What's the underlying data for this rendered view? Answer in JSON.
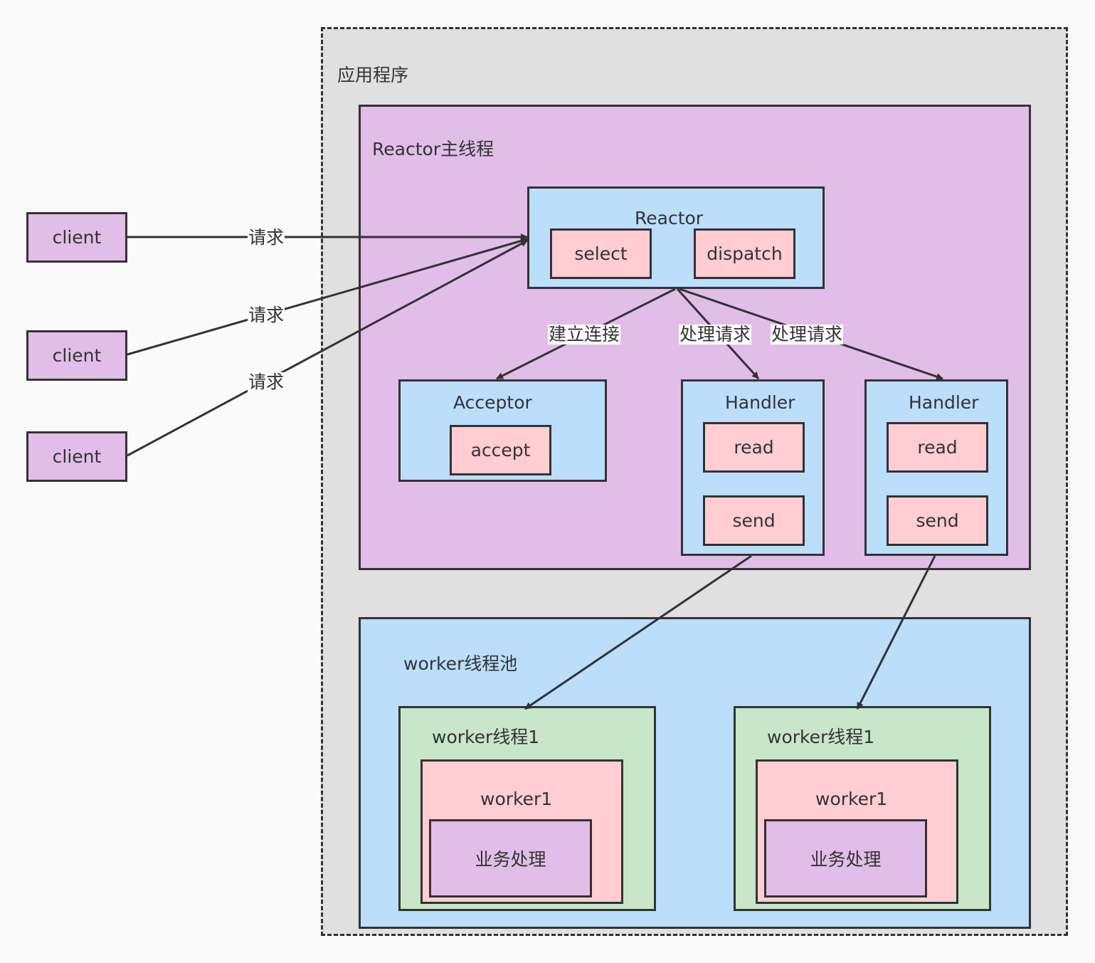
{
  "clients": [
    {
      "label": "client"
    },
    {
      "label": "client"
    },
    {
      "label": "client"
    }
  ],
  "app": {
    "title": "应用程序"
  },
  "reactor_thread": {
    "title": "Reactor主线程",
    "reactor": {
      "title": "Reactor",
      "items": [
        "select",
        "dispatch"
      ]
    },
    "acceptor": {
      "title": "Acceptor",
      "items": [
        "accept"
      ]
    },
    "handlers": [
      {
        "title": "Handler",
        "items": [
          "read",
          "send"
        ]
      },
      {
        "title": "Handler",
        "items": [
          "read",
          "send"
        ]
      }
    ]
  },
  "worker_pool": {
    "title": "worker线程池",
    "threads": [
      {
        "title": "worker线程1",
        "worker": "worker1",
        "task": "业务处理"
      },
      {
        "title": "worker线程1",
        "worker": "worker1",
        "task": "业务处理"
      }
    ]
  },
  "edges": {
    "request": "请求",
    "connect": "建立连接",
    "handle_request": "处理请求"
  },
  "colors": {
    "purple": "#e1bee7",
    "blue": "#bbdefb",
    "pink": "#ffcdd2",
    "green": "#c8e6c9",
    "container": "#e0e0e0",
    "stroke": "#333333"
  }
}
